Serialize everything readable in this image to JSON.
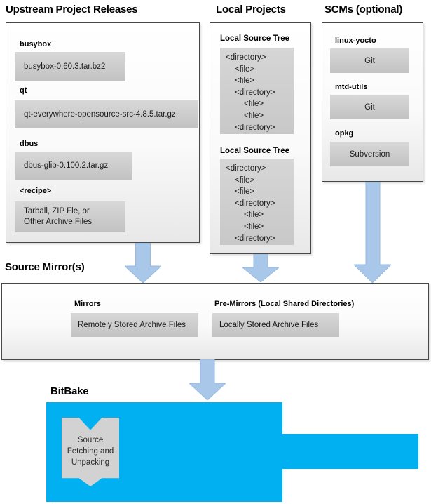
{
  "headings": {
    "upstream": "Upstream Project Releases",
    "local_projects": "Local Projects",
    "scms": "SCMs (optional)",
    "source_mirrors": "Source Mirror(s)",
    "bitbake": "BitBake"
  },
  "upstream": {
    "entries": [
      {
        "label": "busybox",
        "lines": [
          "busybox-0.60.3.tar.bz2"
        ]
      },
      {
        "label": "qt",
        "lines": [
          "qt-everywhere-opensource-src-4.8.5.tar.gz"
        ]
      },
      {
        "label": "dbus",
        "lines": [
          "dbus-glib-0.100.2.tar.gz"
        ]
      },
      {
        "label": "<recipe>",
        "lines": [
          "Tarball, ZIP Fle, or",
          "Other Archive Files"
        ]
      }
    ]
  },
  "local_projects": {
    "tree_label": "Local Source Tree",
    "tree_lines": [
      {
        "text": "<directory>",
        "indent": 0
      },
      {
        "text": "<file>",
        "indent": 1
      },
      {
        "text": "<file>",
        "indent": 1
      },
      {
        "text": "<directory>",
        "indent": 1
      },
      {
        "text": "<file>",
        "indent": 2
      },
      {
        "text": "<file>",
        "indent": 2
      },
      {
        "text": "<directory>",
        "indent": 1
      }
    ]
  },
  "scms": {
    "entries": [
      {
        "label": "linux-yocto",
        "tool": "Git"
      },
      {
        "label": "mtd-utils",
        "tool": "Git"
      },
      {
        "label": "opkg",
        "tool": "Subversion"
      }
    ]
  },
  "source_mirrors": {
    "mirrors_label": "Mirrors",
    "mirrors_box": "Remotely Stored Archive Files",
    "premirrors_label": "Pre-Mirrors (Local Shared Directories)",
    "premirrors_box": "Locally Stored Archive Files"
  },
  "bitbake": {
    "ribbon_lines": [
      "Source",
      "Fetching and",
      "Unpacking"
    ]
  },
  "colors": {
    "bitbake_blue": "#00b0f0",
    "arrow_blue": "#a9c7e8"
  }
}
